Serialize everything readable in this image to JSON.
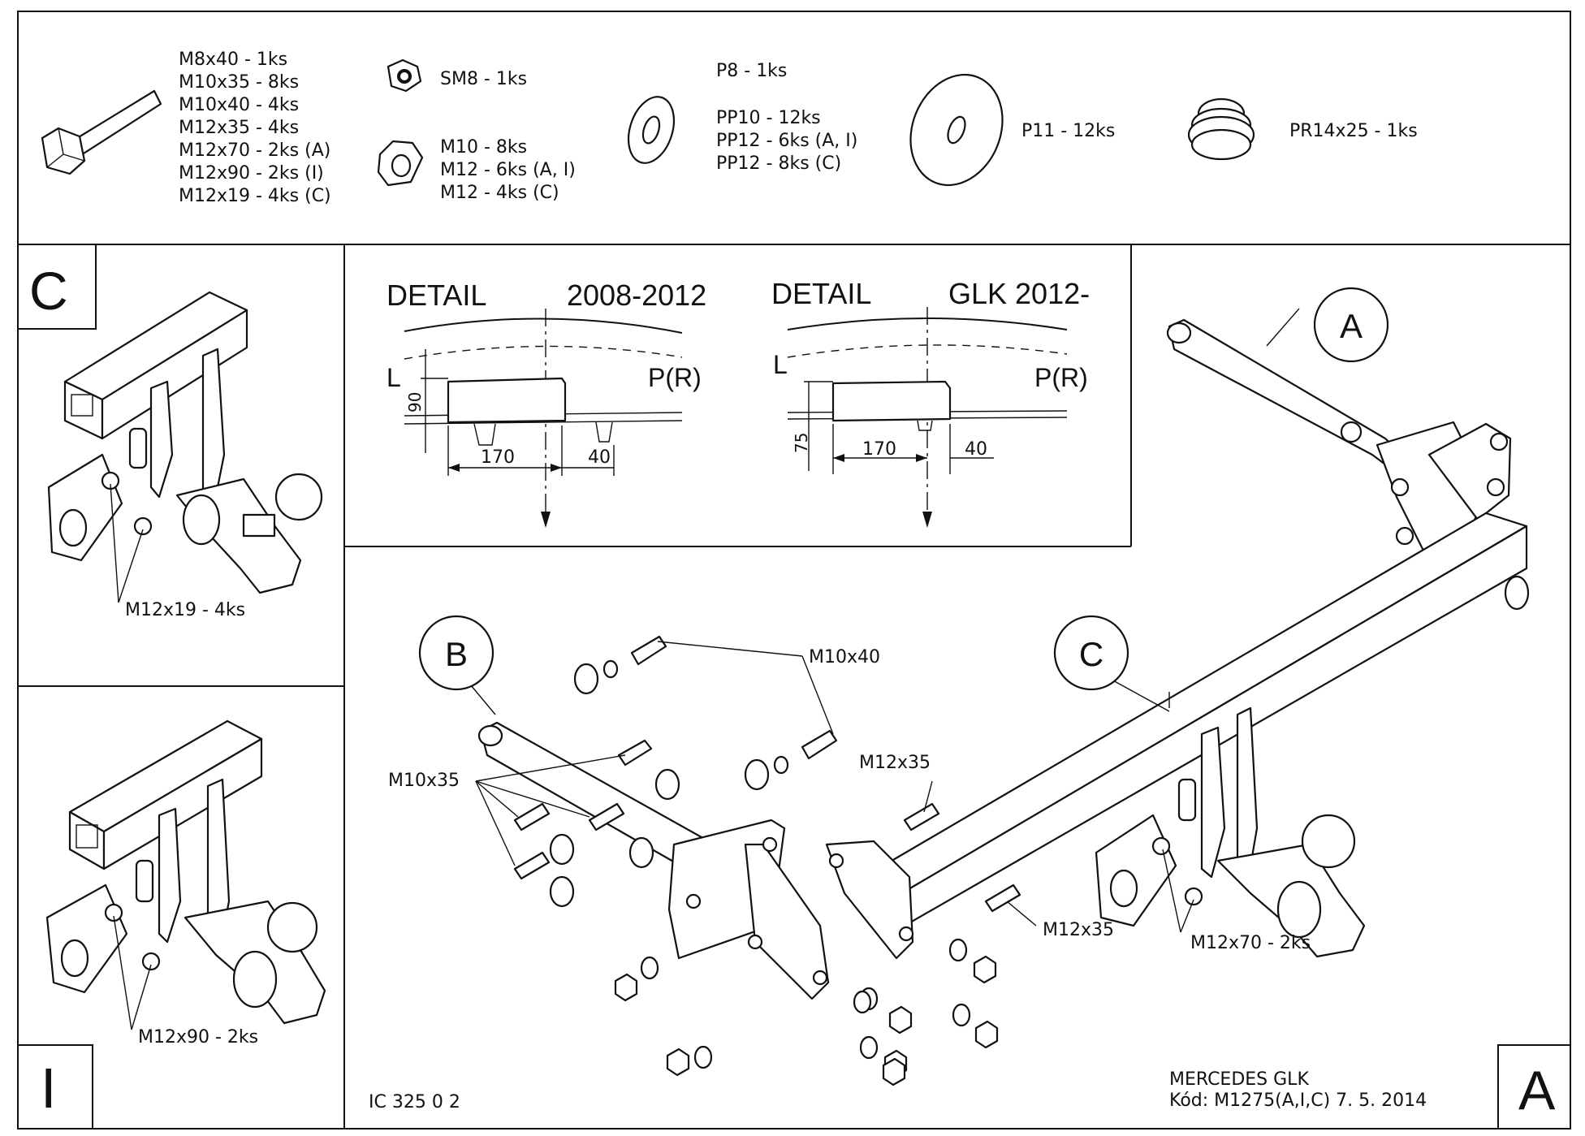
{
  "hardware": {
    "bolts": [
      "M8x40 - 1ks",
      "M10x35 - 8ks",
      "M10x40 - 4ks",
      "M12x35 - 4ks",
      "M12x70 - 2ks (A)",
      "M12x90 - 2ks (I)",
      "M12x19 - 4ks (C)"
    ],
    "self_locking_nut": "SM8 - 1ks",
    "nuts": [
      "M10 - 8ks",
      "M12 - 6ks (A, I)",
      "M12 - 4ks (C)"
    ],
    "washers": [
      "P8 - 1ks",
      "PP10 - 12ks",
      "PP12 - 6ks (A, I)",
      "PP12 - 8ks (C)"
    ],
    "large_washer": "P11 - 12ks",
    "spring_washer": "PR14x25 - 1ks"
  },
  "panel_c": {
    "letter": "C",
    "callout": "M12x19 - 4ks"
  },
  "panel_i": {
    "letter": "I",
    "callout": "M12x90 - 2ks"
  },
  "detail_1": {
    "title": "DETAIL",
    "years": "2008-2012",
    "left_label": "L",
    "right_label": "P(R)",
    "dim_height": "90",
    "dim_width": "170",
    "dim_offset": "40"
  },
  "detail_2": {
    "title": "DETAIL",
    "years": "GLK 2012-",
    "left_label": "L",
    "right_label": "P(R)",
    "dim_height": "75",
    "dim_width": "170",
    "dim_offset": "40"
  },
  "main": {
    "bubble_a": "A",
    "bubble_b": "B",
    "bubble_c": "C",
    "callout_m10x40": "M10x40",
    "callout_m10x35": "M10x35",
    "callout_m12x35_top": "M12x35",
    "callout_m12x35_bottom": "M12x35",
    "callout_m12x70": "M12x70 - 2ks",
    "drawing_number": "IC 325 0 2",
    "vehicle": "MERCEDES GLK",
    "code": "Kód: M1275(A,I,C)  7. 5. 2014",
    "corner_letter": "A"
  }
}
